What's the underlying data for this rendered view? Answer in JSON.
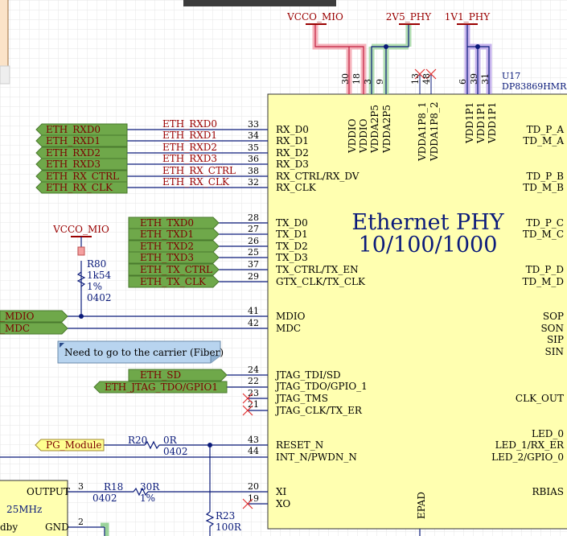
{
  "power": {
    "vcco_mio": "VCCO_MIO",
    "v2v5_phy": "2V5_PHY",
    "v1v1_phy": "1V1_PHY",
    "vcco_mio_pullup": "VCCO_MIO"
  },
  "component": {
    "ref": "U17",
    "part": "DP83869HMR",
    "title_line1": "Ethernet PHY",
    "title_line2": "10/100/1000"
  },
  "top_pins": [
    {
      "num": "30",
      "name": "VDDIO"
    },
    {
      "num": "18",
      "name": "VDDIO"
    },
    {
      "num": "3",
      "name": "VDDA2P5"
    },
    {
      "num": "9",
      "name": "VDDA2P5"
    },
    {
      "num": "13",
      "name": "VDDA1P8_1"
    },
    {
      "num": "48",
      "name": "VDDA1P8_2"
    },
    {
      "num": "6",
      "name": "VDD1P1"
    },
    {
      "num": "39",
      "name": "VDD1P1"
    },
    {
      "num": "31",
      "name": "VDD1P1"
    }
  ],
  "left_pins": [
    {
      "num": "33",
      "name": "RX_D0",
      "net": "ETH_RXD0",
      "port": "ETH_RXD0"
    },
    {
      "num": "34",
      "name": "RX_D1",
      "net": "ETH_RXD1",
      "port": "ETH_RXD1"
    },
    {
      "num": "35",
      "name": "RX_D2",
      "net": "ETH_RXD2",
      "port": "ETH_RXD2"
    },
    {
      "num": "36",
      "name": "RX_D3",
      "net": "ETH_RXD3",
      "port": "ETH_RXD3"
    },
    {
      "num": "38",
      "name": "RX_CTRL/RX_DV",
      "net": "ETH_RX_CTRL",
      "port": "ETH_RX_CTRL"
    },
    {
      "num": "32",
      "name": "RX_CLK",
      "net": "ETH_RX_CLK",
      "port": "ETH_RX_CLK"
    },
    {
      "num": "28",
      "name": "TX_D0",
      "port": "ETH_TXD0"
    },
    {
      "num": "27",
      "name": "TX_D1",
      "port": "ETH_TXD1"
    },
    {
      "num": "26",
      "name": "TX_D2",
      "port": "ETH_TXD2"
    },
    {
      "num": "25",
      "name": "TX_D3",
      "port": "ETH_TXD3"
    },
    {
      "num": "37",
      "name": "TX_CTRL/TX_EN",
      "port": "ETH_TX_CTRL"
    },
    {
      "num": "29",
      "name": "GTX_CLK/TX_CLK",
      "port": "ETH_TX_CLK"
    },
    {
      "num": "41",
      "name": "MDIO",
      "port": "_MDIO"
    },
    {
      "num": "42",
      "name": "MDC",
      "port": "_MDC"
    },
    {
      "num": "24",
      "name": "JTAG_TDI/SD",
      "port": "ETH_SD"
    },
    {
      "num": "22",
      "name": "JTAG_TDO/GPIO_1",
      "port": "ETH_JTAG_TDO/GPIO1"
    },
    {
      "num": "23",
      "name": "JTAG_TMS"
    },
    {
      "num": "21",
      "name": "JTAG_CLK/TX_ER"
    },
    {
      "num": "43",
      "name": "RESET_N"
    },
    {
      "num": "44",
      "name": "INT_N/PWDN_N"
    },
    {
      "num": "20",
      "name": "XI"
    },
    {
      "num": "19",
      "name": "XO"
    }
  ],
  "right_pins": [
    "TD_P_A",
    "TD_M_A",
    "TD_P_B",
    "TD_M_B",
    "TD_P_C",
    "TD_M_C",
    "TD_P_D",
    "TD_M_D",
    "SOP",
    "SON",
    "SIP",
    "SIN",
    "CLK_OUT",
    "LED_0",
    "LED_1/RX_ER",
    "LED_2/GPIO_0",
    "RBIAS"
  ],
  "bottom_pin": "EPAD",
  "resistors": {
    "r80": {
      "ref": "R80",
      "value": "1k54",
      "tol": "1%",
      "pkg": "0402"
    },
    "r20": {
      "ref": "R20",
      "value": "0R",
      "pkg": "0402"
    },
    "r18": {
      "ref": "R18",
      "value": "30R",
      "pkg": "0402",
      "tol": "1%"
    },
    "r23": {
      "ref": "R23",
      "value": "100R"
    }
  },
  "pg_port": "PG_Module",
  "note": "Need to go to the carrier (Fiber)",
  "oscillator": {
    "output_label": "OUTPUT",
    "output_num": "3",
    "freq": "25MHz",
    "stby": "dby",
    "gnd_label": "GND",
    "gnd_num": "2"
  },
  "colors": {
    "background": "#ffffff",
    "grid": "#e4e4e4",
    "component_fill": "#ffffb0",
    "wire": "#0a1a7a",
    "port_fill": "#6fa84a",
    "rail_vcco": "#e06070",
    "rail_2v5": "#70c070",
    "rail_1v1": "#9070d0"
  }
}
